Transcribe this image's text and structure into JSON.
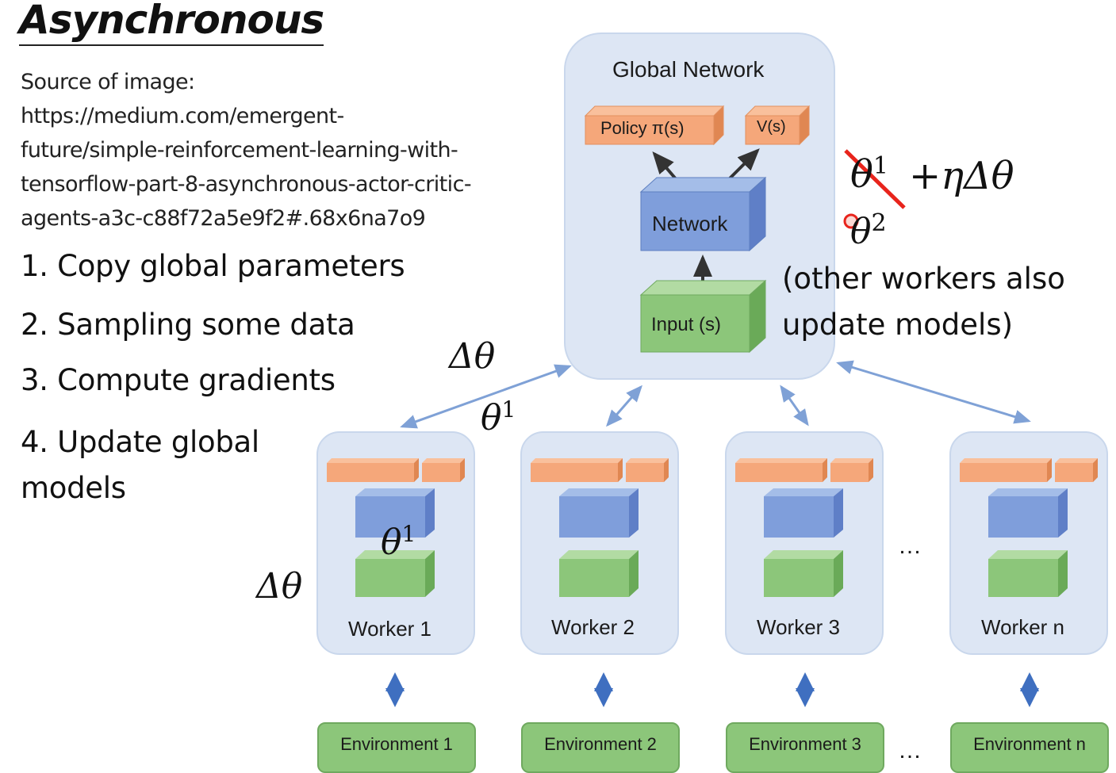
{
  "slide": {
    "title": "Asynchronous",
    "source_lines": [
      "Source of image:",
      "https://medium.com/emergent-",
      "future/simple-reinforcement-learning-with-",
      "tensorflow-part-8-asynchronous-actor-critic-",
      "agents-a3c-c88f72a5e9f2#.68x6na7o9"
    ],
    "steps": [
      "1. Copy global parameters",
      "2. Sampling some data",
      "3. Compute gradients",
      "4. Update global",
      "models"
    ]
  },
  "diagram": {
    "global_title": "Global Network",
    "policy_label": "Policy π(s)",
    "value_label": "V(s)",
    "network_label": "Network",
    "input_label": "Input (s)",
    "workers": [
      "Worker 1",
      "Worker 2",
      "Worker 3",
      "Worker n"
    ],
    "environments": [
      "Environment 1",
      "Environment 2",
      "Environment 3",
      "Environment n"
    ],
    "ellipsis": "…"
  },
  "annotations": {
    "delta_theta": "Δθ",
    "theta1": "θ",
    "sup1": "1",
    "theta2": "θ",
    "sup2": "2",
    "update_rule": "+ηΔθ",
    "note_line1": "(other workers also",
    "note_line2": "update models)"
  },
  "colors": {
    "panel": "#dde6f4",
    "policy_orange": "#f5a77a",
    "network_blue": "#7f9edb",
    "input_green": "#8cc67a",
    "arrow_blue": "#7fa1d6",
    "strike_red": "#e8241c"
  }
}
